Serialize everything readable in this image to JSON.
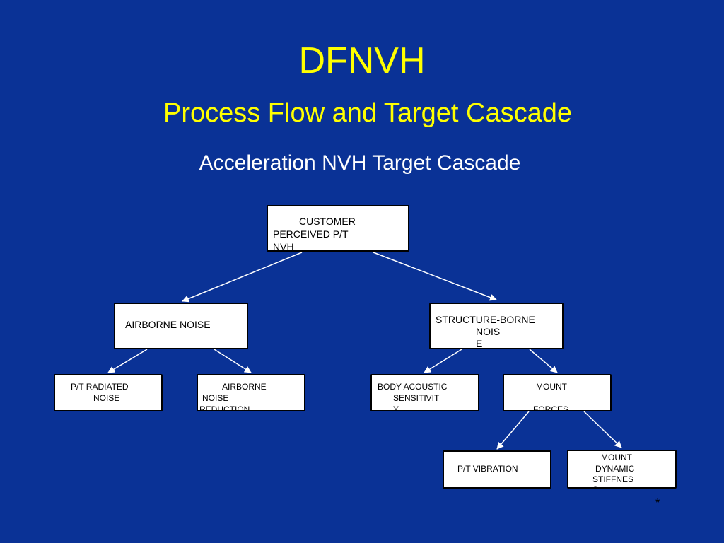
{
  "slide": {
    "title": "DFNVH",
    "subtitle": "Process Flow and Target Cascade",
    "heading": "Acceleration NVH Target Cascade",
    "footnote": "*"
  },
  "colors": {
    "background": "#0a3296",
    "title": "#ffff00",
    "heading": "#ffffff",
    "box_fill": "#ffffff",
    "box_border": "#000000",
    "arrow": "#ffffff"
  },
  "nodes": {
    "customer": {
      "line1": "CUSTOMER",
      "line2": "PERCEIVED P/T",
      "line3": "NVH"
    },
    "airborne": {
      "line1": "AIRBORNE NOISE"
    },
    "structure": {
      "line1": "STRUCTURE-BORNE",
      "line2": "NOIS",
      "line3": "E"
    },
    "pt_radiated": {
      "line1": "P/T RADIATED",
      "line2": "NOISE"
    },
    "airborne_reduction": {
      "line1": "AIRBORNE",
      "line2": "NOISE",
      "line3": "REDUCTION"
    },
    "body_acoustic": {
      "line1": "BODY ACOUSTIC",
      "line2": "SENSITIVIT",
      "line3": "Y"
    },
    "mount_forces": {
      "line1": "MOUNT",
      "line2": "FORCES"
    },
    "pt_vibration": {
      "line1": "P/T VIBRATION"
    },
    "mount_stiffness": {
      "line1": "MOUNT",
      "line2": "DYNAMIC",
      "line3": "STIFFNES",
      "line4": "S"
    }
  }
}
